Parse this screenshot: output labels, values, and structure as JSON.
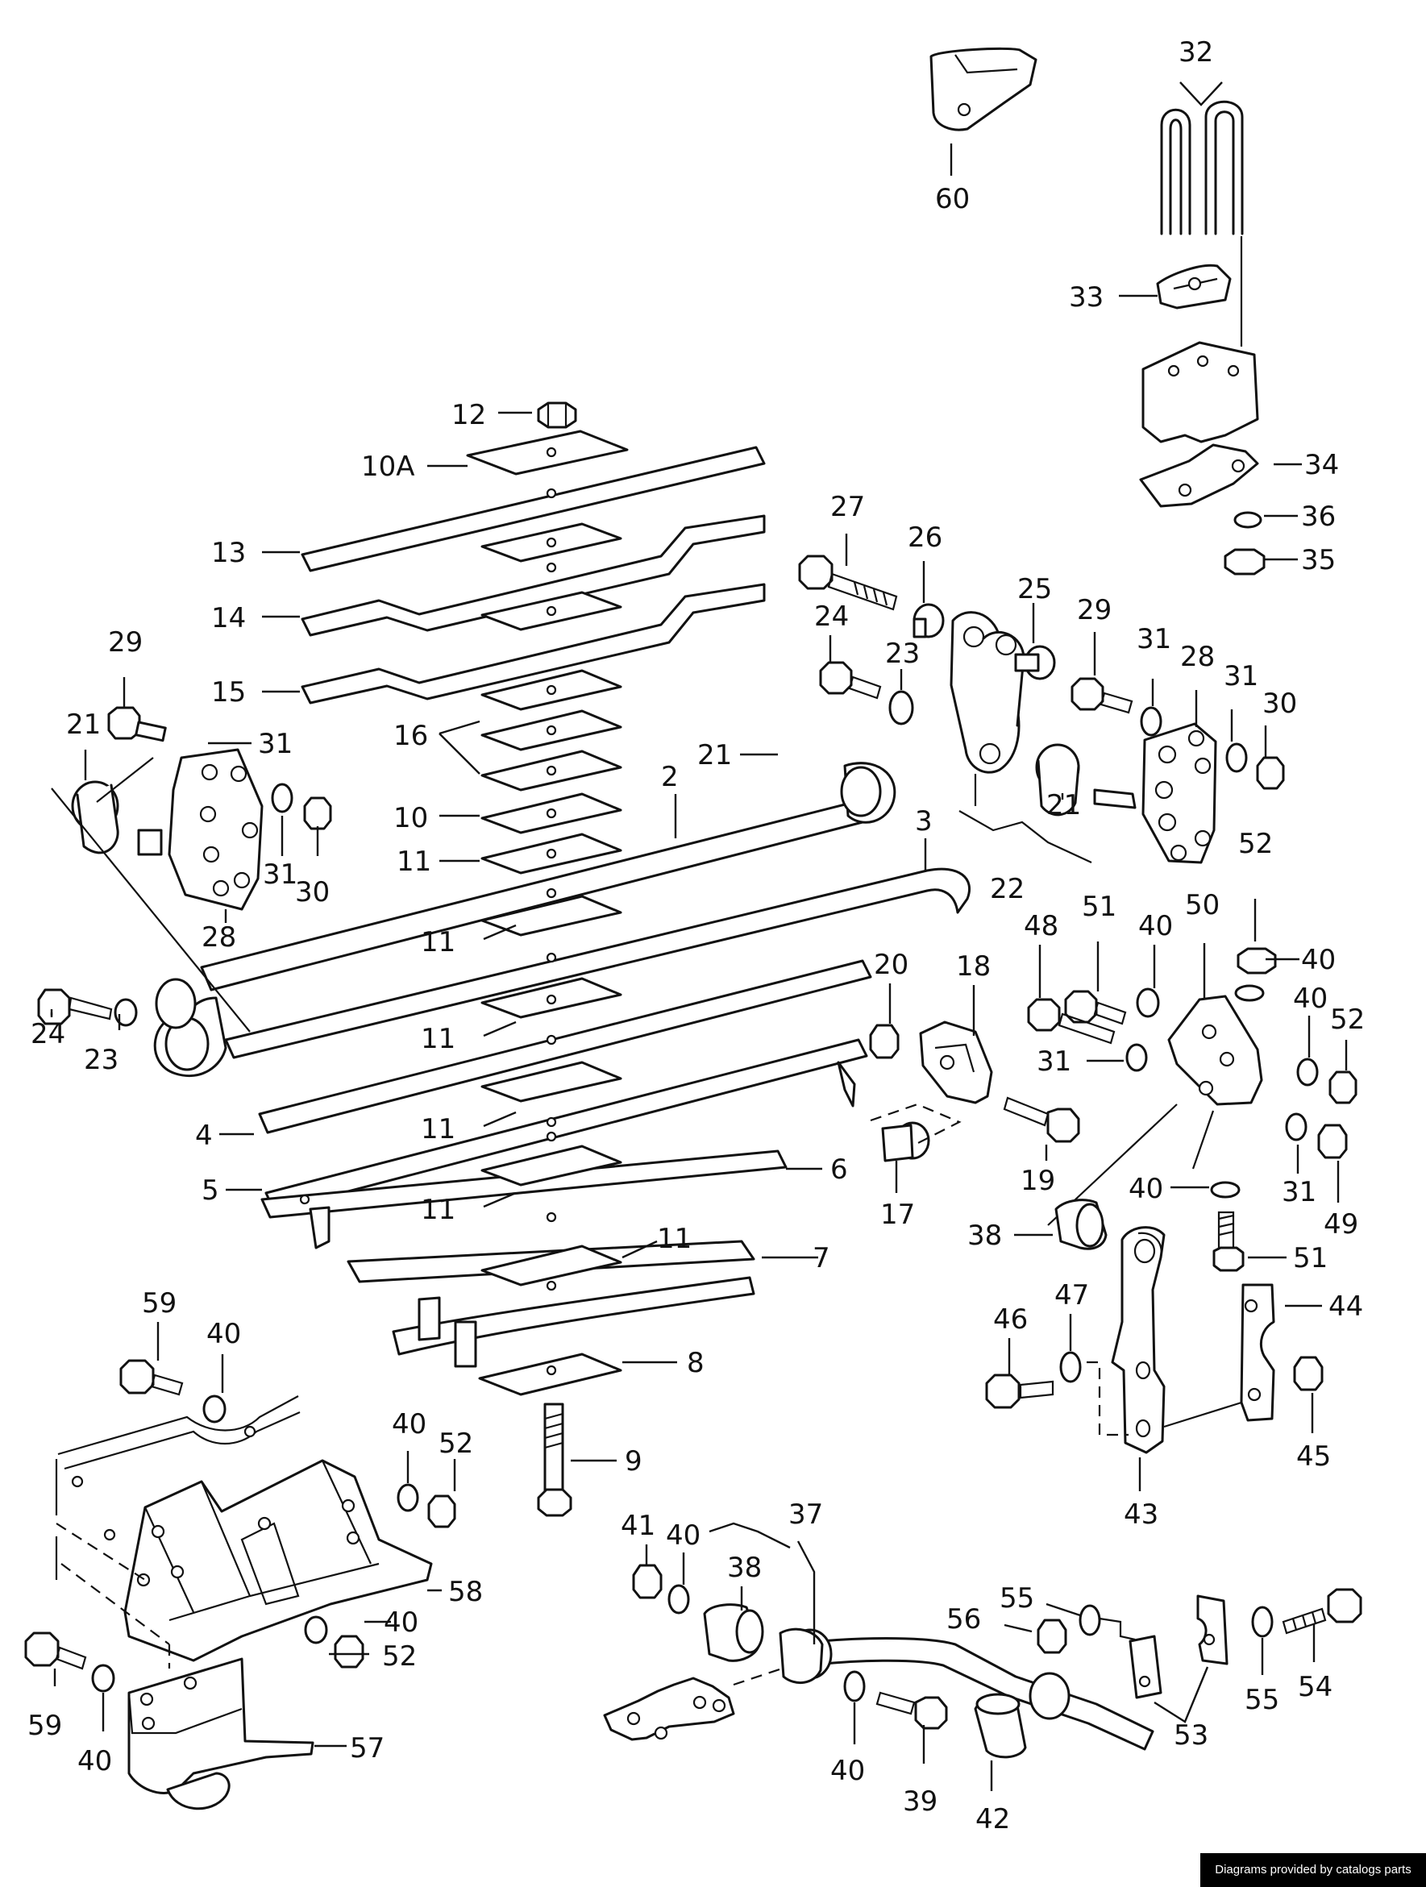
{
  "diagram": {
    "callouts": [
      {
        "id": "c12",
        "text": "12"
      },
      {
        "id": "c10a",
        "text": "10A"
      },
      {
        "id": "c13",
        "text": "13"
      },
      {
        "id": "c14",
        "text": "14"
      },
      {
        "id": "c15",
        "text": "15"
      },
      {
        "id": "c16",
        "text": "16"
      },
      {
        "id": "c10",
        "text": "10"
      },
      {
        "id": "c11a",
        "text": "11"
      },
      {
        "id": "c11b",
        "text": "11"
      },
      {
        "id": "c11c",
        "text": "11"
      },
      {
        "id": "c11d",
        "text": "11"
      },
      {
        "id": "c11e",
        "text": "11"
      },
      {
        "id": "c11f",
        "text": "11"
      },
      {
        "id": "c2",
        "text": "2"
      },
      {
        "id": "c3",
        "text": "3"
      },
      {
        "id": "c4",
        "text": "4"
      },
      {
        "id": "c5",
        "text": "5"
      },
      {
        "id": "c6",
        "text": "6"
      },
      {
        "id": "c7",
        "text": "7"
      },
      {
        "id": "c8",
        "text": "8"
      },
      {
        "id": "c9",
        "text": "9"
      },
      {
        "id": "c21a",
        "text": "21"
      },
      {
        "id": "c21b",
        "text": "21"
      },
      {
        "id": "c21c",
        "text": "21"
      },
      {
        "id": "c29a",
        "text": "29"
      },
      {
        "id": "c31a",
        "text": "31"
      },
      {
        "id": "c31b",
        "text": "31"
      },
      {
        "id": "c30a",
        "text": "30"
      },
      {
        "id": "c28a",
        "text": "28"
      },
      {
        "id": "c24a",
        "text": "24"
      },
      {
        "id": "c23a",
        "text": "23"
      },
      {
        "id": "c27",
        "text": "27"
      },
      {
        "id": "c26",
        "text": "26"
      },
      {
        "id": "c25",
        "text": "25"
      },
      {
        "id": "c24b",
        "text": "24"
      },
      {
        "id": "c23b",
        "text": "23"
      },
      {
        "id": "c22",
        "text": "22"
      },
      {
        "id": "c29b",
        "text": "29"
      },
      {
        "id": "c31c",
        "text": "31"
      },
      {
        "id": "c28b",
        "text": "28"
      },
      {
        "id": "c31d",
        "text": "31"
      },
      {
        "id": "c30b",
        "text": "30"
      },
      {
        "id": "c60",
        "text": "60"
      },
      {
        "id": "c32",
        "text": "32"
      },
      {
        "id": "c33",
        "text": "33"
      },
      {
        "id": "c34",
        "text": "34"
      },
      {
        "id": "c36",
        "text": "36"
      },
      {
        "id": "c35",
        "text": "35"
      },
      {
        "id": "c52a",
        "text": "52"
      },
      {
        "id": "c51a",
        "text": "51"
      },
      {
        "id": "c48",
        "text": "48"
      },
      {
        "id": "c40a",
        "text": "40"
      },
      {
        "id": "c50",
        "text": "50"
      },
      {
        "id": "c40b",
        "text": "40"
      },
      {
        "id": "c20",
        "text": "20"
      },
      {
        "id": "c18",
        "text": "18"
      },
      {
        "id": "c40c",
        "text": "40"
      },
      {
        "id": "c52b",
        "text": "52"
      },
      {
        "id": "c31e",
        "text": "31"
      },
      {
        "id": "c19",
        "text": "19"
      },
      {
        "id": "c17",
        "text": "17"
      },
      {
        "id": "c31f",
        "text": "31"
      },
      {
        "id": "c49",
        "text": "49"
      },
      {
        "id": "c40d",
        "text": "40"
      },
      {
        "id": "c38a",
        "text": "38"
      },
      {
        "id": "c51b",
        "text": "51"
      },
      {
        "id": "c46",
        "text": "46"
      },
      {
        "id": "c47",
        "text": "47"
      },
      {
        "id": "c44",
        "text": "44"
      },
      {
        "id": "c45",
        "text": "45"
      },
      {
        "id": "c43",
        "text": "43"
      },
      {
        "id": "c59a",
        "text": "59"
      },
      {
        "id": "c40e",
        "text": "40"
      },
      {
        "id": "c40f",
        "text": "40"
      },
      {
        "id": "c52c",
        "text": "52"
      },
      {
        "id": "c58",
        "text": "58"
      },
      {
        "id": "c40g",
        "text": "40"
      },
      {
        "id": "c52d",
        "text": "52"
      },
      {
        "id": "c59b",
        "text": "59"
      },
      {
        "id": "c40h",
        "text": "40"
      },
      {
        "id": "c57",
        "text": "57"
      },
      {
        "id": "c41",
        "text": "41"
      },
      {
        "id": "c40i",
        "text": "40"
      },
      {
        "id": "c37",
        "text": "37"
      },
      {
        "id": "c38b",
        "text": "38"
      },
      {
        "id": "c40j",
        "text": "40"
      },
      {
        "id": "c39",
        "text": "39"
      },
      {
        "id": "c42",
        "text": "42"
      },
      {
        "id": "c56",
        "text": "56"
      },
      {
        "id": "c55a",
        "text": "55"
      },
      {
        "id": "c55b",
        "text": "55"
      },
      {
        "id": "c53",
        "text": "53"
      },
      {
        "id": "c54",
        "text": "54"
      }
    ]
  },
  "footer": {
    "credit": "Diagrams provided by catalogs parts"
  }
}
